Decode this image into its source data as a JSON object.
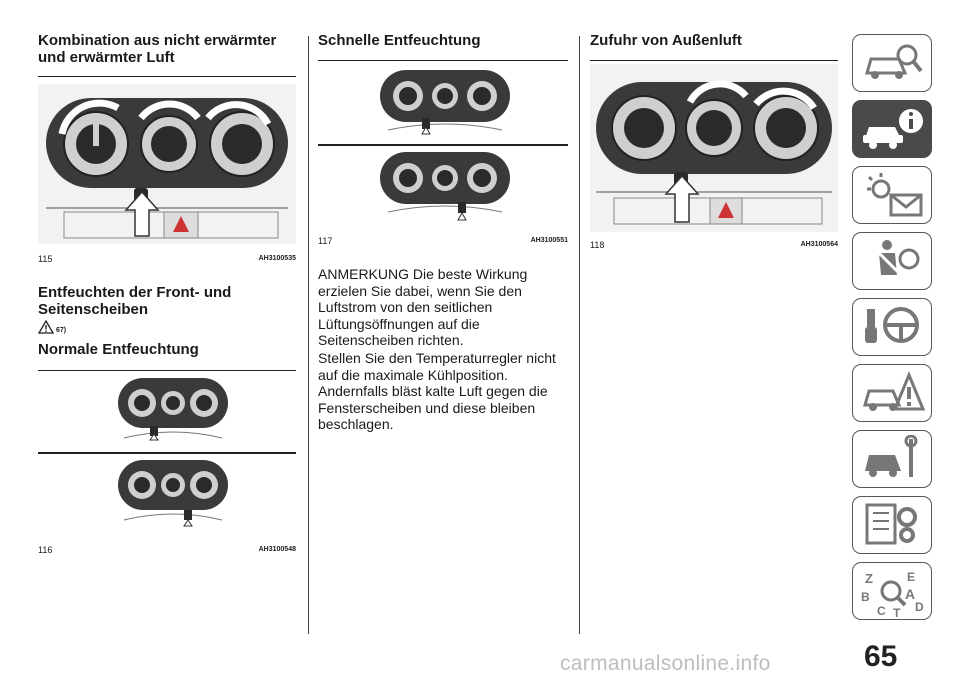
{
  "col1": {
    "heading_1": "Kombination aus nicht erwärmter und erwärmter Luft",
    "fig_115": {
      "num": "115",
      "code": "AH3100535"
    },
    "heading_2": "Entfeuchten der Front- und Seitenscheiben",
    "warning_ref": "67)",
    "heading_3": "Normale Entfeuchtung",
    "fig_116": {
      "num": "116",
      "code": "AH3100548"
    }
  },
  "col2": {
    "heading": "Schnelle Entfeuchtung",
    "fig_117": {
      "num": "117",
      "code": "AH3100551"
    },
    "paragraph_1": "ANMERKUNG Die beste Wirkung erzielen Sie dabei, wenn Sie den Luftstrom von den seitlichen Lüftungsöffnungen auf die Seitenscheiben richten.",
    "paragraph_2": "Stellen Sie den Temperaturregler nicht auf die maximale Kühlposition. Andernfalls bläst kalte Luft gegen die Fensterscheiben und diese bleiben beschlagen."
  },
  "col3": {
    "heading": "Zufuhr von Außenluft",
    "fig_118": {
      "num": "118",
      "code": "AH3100564"
    }
  },
  "sidebar": {
    "tabs": [
      "car-search-icon",
      "car-info-icon",
      "warning-lights-icon",
      "seatbelt-airbag-icon",
      "key-steering-icon",
      "breakdown-icon",
      "car-service-icon",
      "specs-icon",
      "index-icon"
    ],
    "active_index": 1,
    "index_letters": [
      "Z",
      "E",
      "B",
      "A",
      "C",
      "T",
      "D"
    ]
  },
  "page_number": "65",
  "watermark": "carmanualsonline.info"
}
